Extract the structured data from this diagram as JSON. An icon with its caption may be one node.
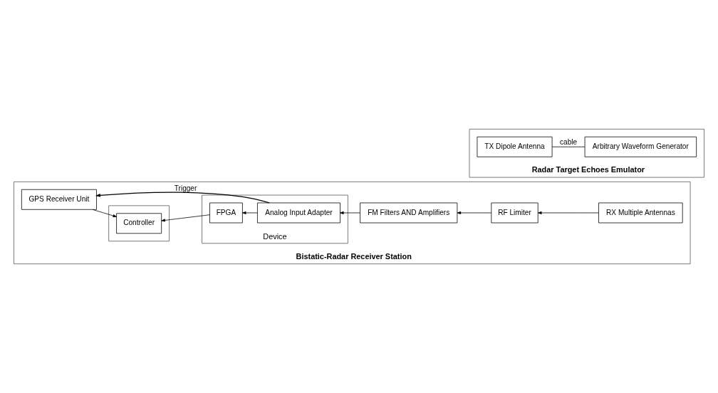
{
  "diagram": {
    "nodes": [
      {
        "text": [
          "Radar Target Echoes Emulator"
        ]
      },
      {
        "text": [
          "Arbitrary Waveform Generator"
        ],
        "in": 0
      },
      {
        "text": [
          "TX Dipole Antenna"
        ],
        "in": 0
      },
      {
        "text": [
          "Bistatic-Radar Receiver Station"
        ]
      },
      {
        "text": [
          "GPS Receiver Unit"
        ],
        "in": 3
      },
      {
        "text": [],
        "shape": "box",
        "in": 3
      },
      {
        "text": [
          "Controller"
        ],
        "in": 5
      },
      {
        "text": [
          "Device"
        ],
        "in": 3
      },
      {
        "text": [
          "FPGA"
        ],
        "in": 7
      },
      {
        "text": [
          "Analog Input Adapter"
        ],
        "in": 7
      },
      {
        "text": [
          "FM Filters AND Amplifiers"
        ],
        "in": 3
      },
      {
        "text": [
          "RF Limiter"
        ],
        "in": 3
      },
      {
        "text": [
          "RX Multiple Antennas"
        ],
        "in": 3
      }
    ],
    "edges": [
      {
        "from": 1,
        "to": 2,
        "arrow": "none",
        "label": "cable"
      },
      {
        "from": 9,
        "to": 4,
        "arrow": "to",
        "label": "Trigger"
      },
      {
        "from": 4,
        "to": 6,
        "arrow": "to"
      },
      {
        "from": 8,
        "to": 6,
        "arrow": "to"
      },
      {
        "from": 9,
        "to": 8,
        "arrow": "to"
      },
      {
        "from": 10,
        "to": 9,
        "arrow": "to"
      },
      {
        "from": 11,
        "to": 10,
        "arrow": "to"
      },
      {
        "from": 12,
        "to": 11,
        "arrow": "to"
      }
    ]
  }
}
